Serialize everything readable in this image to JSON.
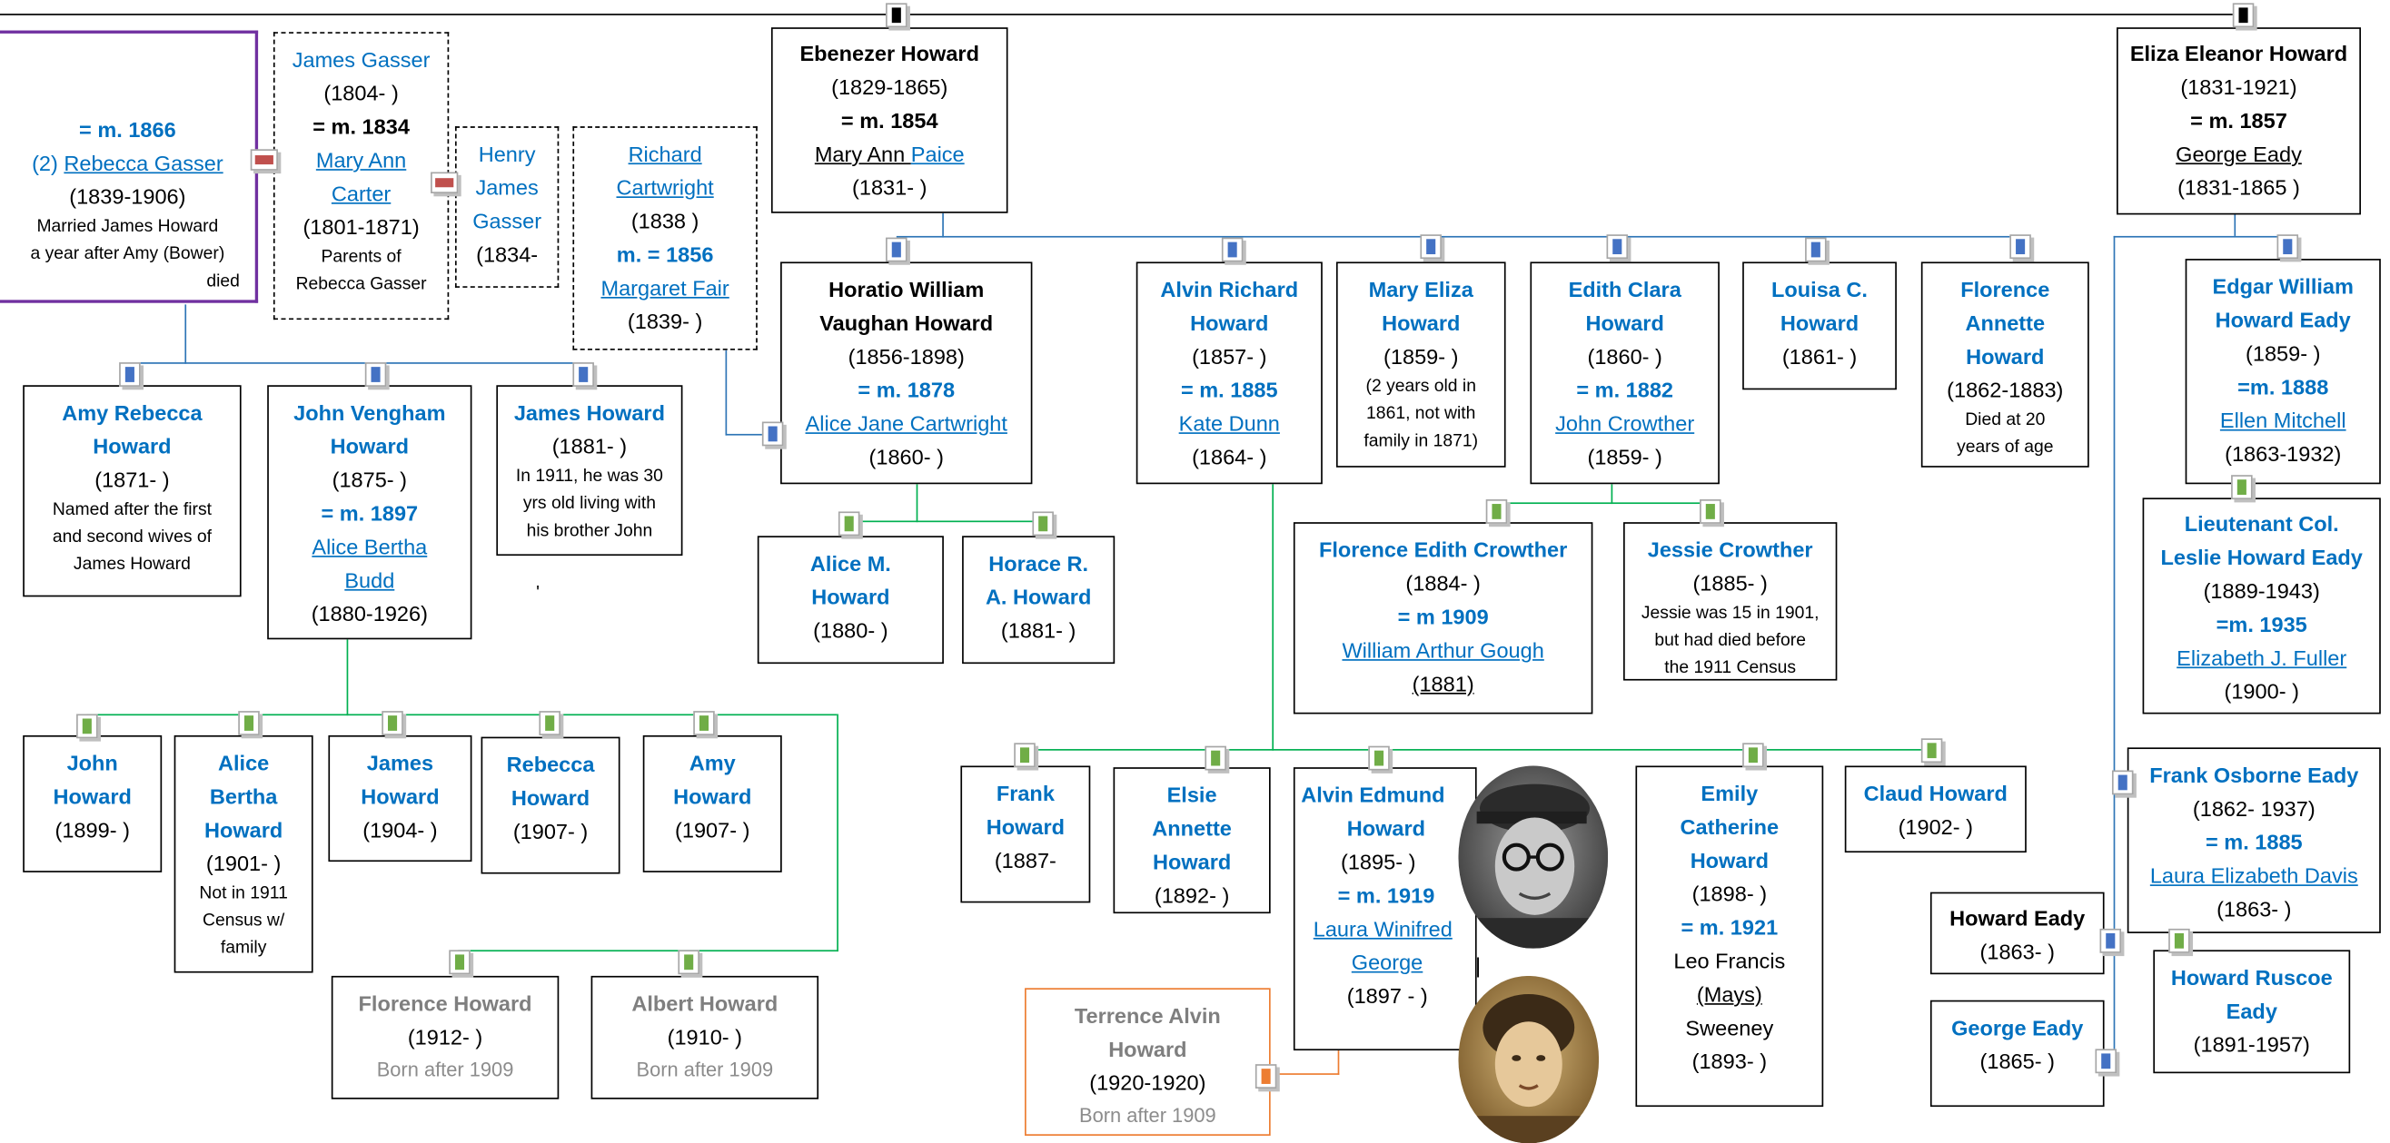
{
  "pages_title": "",
  "top_left": {
    "marriage": "= m.  1866",
    "spouse_prefix": "(2) ",
    "spouse": "Rebecca Gasser",
    "dates": "(1839-1906)",
    "note1": "Married  James Howard",
    "note2": "a year after Amy (Bower)",
    "note3": "died"
  },
  "gasser_parents": {
    "name": "James Gasser",
    "dates": "(1804-    )",
    "marriage": "= m. 1834",
    "spouse1": "Mary Ann",
    "spouse2": "Carter",
    "spouse_dates": "(1801-1871)",
    "note1": "Parents of",
    "note2": "Rebecca Gasser"
  },
  "henry_gasser": {
    "l1": "Henry",
    "l2": "James",
    "l3": "Gasser",
    "l4": "(1834-"
  },
  "cartwright": {
    "l1": "Richard",
    "l2": "Cartwright",
    "l3": "(1838    )",
    "l4": "m. =  1856",
    "l5": "Margaret Fair",
    "l6": "(1839-    )"
  },
  "ebenezer": {
    "name": "Ebenezer Howard",
    "dates": "(1829-1865)",
    "marriage": "= m.  1854",
    "spouse_a": "Mary Ann ",
    "spouse_b": "Paice",
    "spouse_dates": "(1831-    )"
  },
  "eliza": {
    "name": "Eliza Eleanor Howard",
    "dates": "(1831-1921)",
    "marriage": "= m.  1857",
    "spouse": "George Eady",
    "spouse_dates": "(1831-1865    )"
  },
  "horatio": {
    "l1": "Horatio William",
    "l2": "Vaughan Howard",
    "dates": "(1856-1898)",
    "marriage": "= m. 1878",
    "spouse": "Alice Jane Cartwright",
    "spouse_dates": "(1860-   )"
  },
  "alvin_richard": {
    "l1": "Alvin Richard",
    "l2": "Howard",
    "dates": "(1857-     )",
    "marriage": "= m. 1885",
    "spouse": "Kate Dunn",
    "spouse_dates": "(1864-    )"
  },
  "mary_eliza": {
    "l1": "Mary Eliza",
    "l2": "Howard",
    "dates": "(1859-     )",
    "note1": "(2 years old in",
    "note2": "1861, not with",
    "note3": "family in 1871)"
  },
  "edith_clara": {
    "l1": "Edith Clara",
    "l2": "Howard",
    "dates": "(1860-     )",
    "marriage": "= m. 1882",
    "spouse": "John Crowther",
    "spouse_dates": "(1859-   )"
  },
  "louisa": {
    "l1": "Louisa C.",
    "l2": "Howard",
    "dates": "(1861-     )"
  },
  "florence_annette": {
    "l1": "Florence",
    "l2": "Annette",
    "l3": "Howard",
    "dates": "(1862-1883)",
    "note1": "Died at 20",
    "note2": "years of age"
  },
  "edgar": {
    "l1": "Edgar William",
    "l2": "Howard Eady",
    "dates": "(1859-  )",
    "marriage": "=m. 1888",
    "spouse": "Ellen Mitchell",
    "spouse_dates": "(1863-1932)"
  },
  "leslie": {
    "l1": "Lieutenant Col.",
    "l2": "Leslie Howard Eady",
    "dates": "(1889-1943)",
    "marriage": "=m. 1935",
    "spouse": "Elizabeth J. Fuller",
    "spouse_dates": "(1900-  )"
  },
  "amy_rebecca": {
    "l1": "Amy Rebecca",
    "l2": "Howard",
    "dates": "(1871-      )",
    "note1": "Named after the first",
    "note2": "and second wives of",
    "note3": "James Howard"
  },
  "john_vengham": {
    "l1": "John Vengham",
    "l2": "Howard",
    "dates": "(1875-      )",
    "marriage": "= m. 1897",
    "spouse1": "Alice Bertha",
    "spouse2": "Budd",
    "spouse_dates": "(1880-1926)"
  },
  "james_howard": {
    "name": "James Howard",
    "dates": "(1881-      )",
    "note1": "In 1911, he was 30",
    "note2": "yrs old living with",
    "note3": "his brother John"
  },
  "stray_mark": "'",
  "alice_m": {
    "l1": "Alice M.",
    "l2": "Howard",
    "dates": "(1880-     )"
  },
  "horace": {
    "l1": "Horace R.",
    "l2": "A. Howard",
    "dates": "(1881-     )"
  },
  "florence_edith": {
    "name": "Florence Edith Crowther",
    "dates": "(1884-     )",
    "marriage": "= m 1909",
    "spouse": "William Arthur Gough",
    "spouse_dates": "(1881)"
  },
  "jessie": {
    "name": "Jessie Crowther",
    "dates": "(1885-   )",
    "note1": "Jessie was 15 in 1901,",
    "note2": "but had died before",
    "note3": "the 1911 Census"
  },
  "gen3_john": {
    "l1": "John",
    "l2": "Howard",
    "dates": "(1899-    )"
  },
  "gen3_alice": {
    "l1": "Alice",
    "l2": "Bertha",
    "l3": "Howard",
    "dates": "(1901-  )",
    "note1": "Not in 1911",
    "note2": "Census w/",
    "note3": "family"
  },
  "gen3_james": {
    "l1": "James",
    "l2": "Howard",
    "dates": "(1904-    )"
  },
  "gen3_rebecca": {
    "l1": "Rebecca",
    "l2": "Howard",
    "dates": "(1907-  )"
  },
  "gen3_amy": {
    "l1": "Amy",
    "l2": "Howard",
    "dates": "(1907-  )"
  },
  "florence_h": {
    "name": "Florence Howard",
    "dates": "(1912-  )",
    "note": "Born after 1909"
  },
  "albert_h": {
    "name": "Albert Howard",
    "dates": "(1910-  )",
    "note": "Born after 1909"
  },
  "frank": {
    "l1": "Frank",
    "l2": "Howard",
    "dates": "(1887-"
  },
  "elsie": {
    "l1": "Elsie",
    "l2": "Annette",
    "l3": "Howard",
    "dates": "(1892-    )"
  },
  "alvin_edmund": {
    "l1": "Alvin Edmund",
    "l2": "Howard",
    "dates": "(1895-  )",
    "marriage": "= m. 1919",
    "spouse1": "Laura Winifred",
    "spouse2": "George",
    "spouse_dates": "(1897 - )"
  },
  "emily": {
    "l1": "Emily",
    "l2": "Catherine",
    "l3": "Howard",
    "dates": "(1898-     )",
    "marriage": "= m. 1921",
    "s1": "Leo Francis",
    "s2": "(Mays)",
    "s3": "Sweeney",
    "spouse_dates": "(1893-    )"
  },
  "claud": {
    "name": "Claud Howard",
    "dates": "(1902-  )"
  },
  "terrence": {
    "l1": "Terrence Alvin",
    "l2": "Howard",
    "dates": "(1920-1920)",
    "note": "Born after 1909"
  },
  "frank_osborne": {
    "name": "Frank Osborne Eady",
    "dates": "(1862- 1937)",
    "marriage": "= m.  1885",
    "spouse": "Laura Elizabeth Davis",
    "spouse_dates": "(1863-     )"
  },
  "howard_eady": {
    "name": "Howard Eady",
    "dates": "(1863-   )"
  },
  "george_eady": {
    "name": "George Eady",
    "dates": "(1865-    )"
  },
  "howard_ruscoe": {
    "l1": "Howard Ruscoe",
    "l2": "Eady",
    "dates": "(1891-1957)"
  },
  "colors": {
    "link_blue": "#0070C0",
    "connector_blue": "#2E75B6",
    "connector_green": "#00B050",
    "border_purple": "#7030A0",
    "border_orange": "#ED7D31",
    "muted_gray": "#7F7F7F"
  },
  "icons": {
    "expand_blue": "blue-expand-button-icon",
    "expand_green": "green-expand-button-icon",
    "expand_black": "black-expand-button-icon",
    "expand_orange": "orange-expand-button-icon",
    "expand_red": "red-expand-button-icon"
  }
}
